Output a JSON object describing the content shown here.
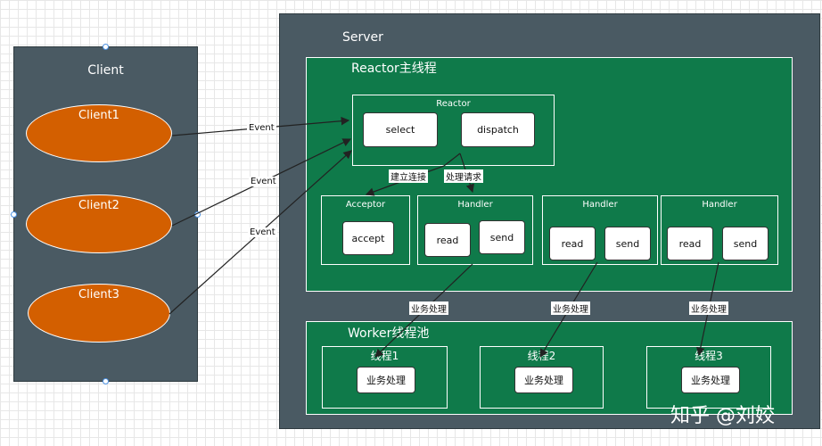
{
  "client": {
    "title": "Client",
    "items": [
      "Client1",
      "Client2",
      "Client3"
    ]
  },
  "server": {
    "title": "Server",
    "reactor_thread": {
      "title": "Reactor主线程",
      "reactor": {
        "title": "Reactor",
        "select": "select",
        "dispatch": "dispatch"
      },
      "acceptor": {
        "title": "Acceptor",
        "accept": "accept"
      },
      "handlers": [
        {
          "title": "Handler",
          "read": "read",
          "send": "send"
        },
        {
          "title": "Handler",
          "read": "read",
          "send": "send"
        },
        {
          "title": "Handler",
          "read": "read",
          "send": "send"
        }
      ]
    },
    "worker_pool": {
      "title": "Worker线程池",
      "threads": [
        {
          "title": "线程1",
          "task": "业务处理"
        },
        {
          "title": "线程2",
          "task": "业务处理"
        },
        {
          "title": "线程3",
          "task": "业务处理"
        }
      ]
    }
  },
  "edges": {
    "event": "Event",
    "connect": "建立连接",
    "request": "处理请求",
    "business": "业务处理"
  },
  "watermark": "知乎 @刘姣"
}
